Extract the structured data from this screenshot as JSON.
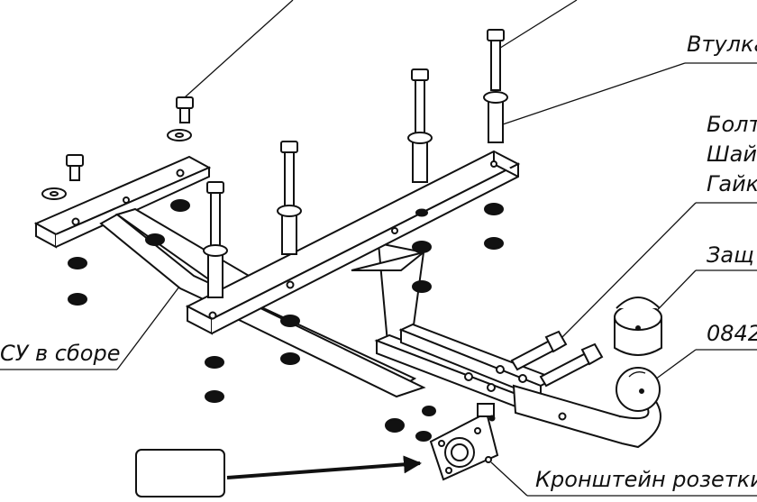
{
  "labels": {
    "sleeve": "Втулка",
    "bolt": "Болт",
    "washer": "Шайб",
    "nut": "Гайк",
    "protective_cap": "Защ",
    "ball_code": "0842",
    "tow_assembly": "СУ в сборе",
    "socket_bracket": "Кронштейн розетки"
  },
  "colors": {
    "line": "#111111",
    "background": "#ffffff",
    "highlight_box": "#111111"
  },
  "icons": {
    "arrow": "arrow-right-icon"
  }
}
